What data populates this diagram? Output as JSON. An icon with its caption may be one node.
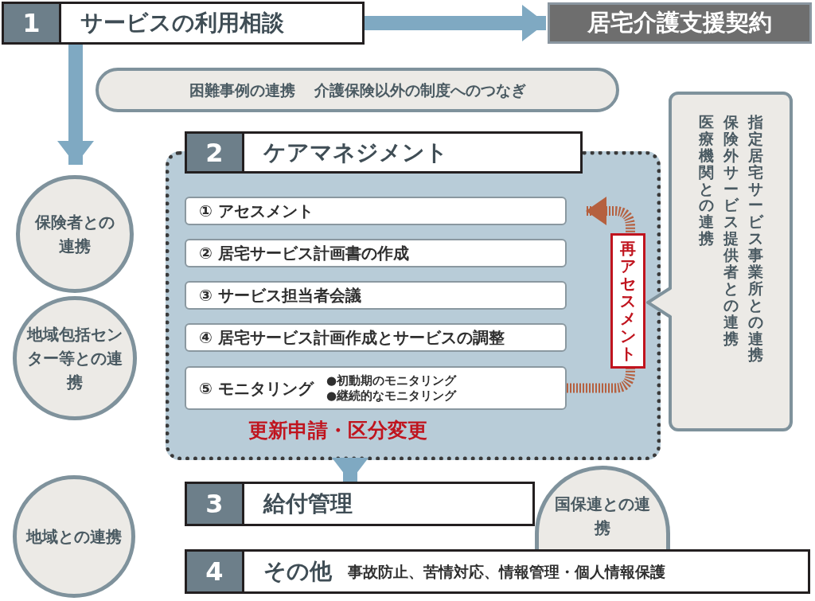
{
  "diagram": {
    "nodes": [
      {
        "text": [
          "1",
          "サービスの利用相談"
        ]
      },
      {
        "text": [
          "居宅介護支援契約"
        ]
      },
      {
        "text": [
          "困難事例の連携",
          "介護保険以外の制度へのつなぎ"
        ]
      },
      {
        "text": [
          "保険者との連携"
        ]
      },
      {
        "text": [
          "地域包括センター等との連携"
        ]
      },
      {
        "text": [
          "地域との連携"
        ]
      },
      {
        "text": [
          "更新申請・区分変更"
        ]
      },
      {
        "text": [
          "2",
          "ケアマネジメント"
        ]
      },
      {
        "text": [
          "① アセスメント"
        ],
        "in": 6
      },
      {
        "text": [
          "② 居宅サービス計画書の作成"
        ],
        "in": 6
      },
      {
        "text": [
          "③ サービス担当者会議"
        ],
        "in": 6
      },
      {
        "text": [
          "④ 居宅サービス計画作成とサービスの調整"
        ],
        "in": 6
      },
      {
        "text": [
          "⑤ モニタリング",
          "●初動期のモニタリング",
          "●継続的なモニタリング"
        ],
        "in": 6
      },
      {
        "text": [
          "医療機関との連携",
          "保険外サービス提供者との連携",
          "指定居宅サービス事業所との連携"
        ]
      },
      {
        "text": [
          "3",
          "給付管理"
        ]
      },
      {
        "text": [
          "国保連との連携"
        ]
      },
      {
        "text": [
          "4",
          "その他",
          "事故防止、苦情対応、情報管理・個人情報保護"
        ]
      }
    ],
    "edges": [
      {
        "from": 0,
        "to": 1,
        "arrow": "to"
      },
      {
        "from": 0,
        "to": 3,
        "arrow": "to"
      },
      {
        "from": 12,
        "to": 8,
        "arrow": "to",
        "label": "再アセスメント",
        "style": "dashed",
        "color": "#b5603f"
      },
      {
        "from": 6,
        "to": 14,
        "arrow": "to"
      }
    ]
  }
}
